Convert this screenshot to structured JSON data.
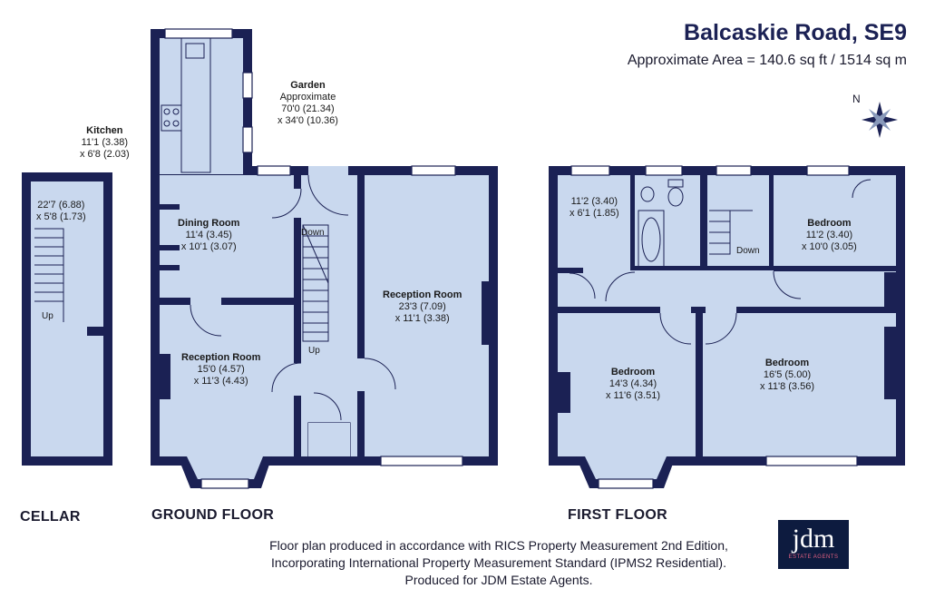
{
  "header": {
    "title": "Balcaskie Road, SE9",
    "area": "Approximate Area = 140.6 sq ft / 1514 sq m"
  },
  "compass": {
    "label": "N"
  },
  "floors": {
    "cellar": "CELLAR",
    "ground": "GROUND FLOOR",
    "first": "FIRST FLOOR"
  },
  "rooms": {
    "cellar": {
      "line1": "22'7 (6.88)",
      "line2": "x 5'8 (1.73)",
      "stairs": "Up"
    },
    "kitchen": {
      "name": "Kitchen",
      "line1": "11'1 (3.38)",
      "line2": "x 6'8 (2.03)"
    },
    "garden": {
      "name": "Garden",
      "line0": "Approximate",
      "line1": "70'0 (21.34)",
      "line2": "x 34'0 (10.36)"
    },
    "dining": {
      "name": "Dining Room",
      "line1": "11'4 (3.45)",
      "line2": "x 10'1 (3.07)"
    },
    "reception_front": {
      "name": "Reception Room",
      "line1": "15'0 (4.57)",
      "line2": "x 11'3 (4.43)"
    },
    "reception_back": {
      "name": "Reception Room",
      "line1": "23'3 (7.09)",
      "line2": "x 11'1 (3.38)"
    },
    "stairs_ground": {
      "down": "Down",
      "up": "Up"
    },
    "ff_small": {
      "line1": "11'2 (3.40)",
      "line2": "x 6'1 (1.85)"
    },
    "ff_bed_rear": {
      "name": "Bedroom",
      "line1": "11'2 (3.40)",
      "line2": "x 10'0 (3.05)"
    },
    "ff_bed_front_left": {
      "name": "Bedroom",
      "line1": "14'3 (4.34)",
      "line2": "x 11'6 (3.51)"
    },
    "ff_bed_front_right": {
      "name": "Bedroom",
      "line1": "16'5 (5.00)",
      "line2": "x 11'8 (3.56)"
    },
    "stairs_first": {
      "down": "Down"
    }
  },
  "footer": {
    "line1": "Floor plan produced in accordance with RICS Property Measurement 2nd Edition,",
    "line2": "Incorporating International Property Measurement Standard (IPMS2 Residential).",
    "line3": "Produced for JDM Estate Agents."
  },
  "logo": {
    "brand": "jdm",
    "sub": "ESTATE AGENTS"
  },
  "colors": {
    "wall": "#1b2154",
    "room": "#c9d8ee",
    "text": "#1a1a2e"
  }
}
